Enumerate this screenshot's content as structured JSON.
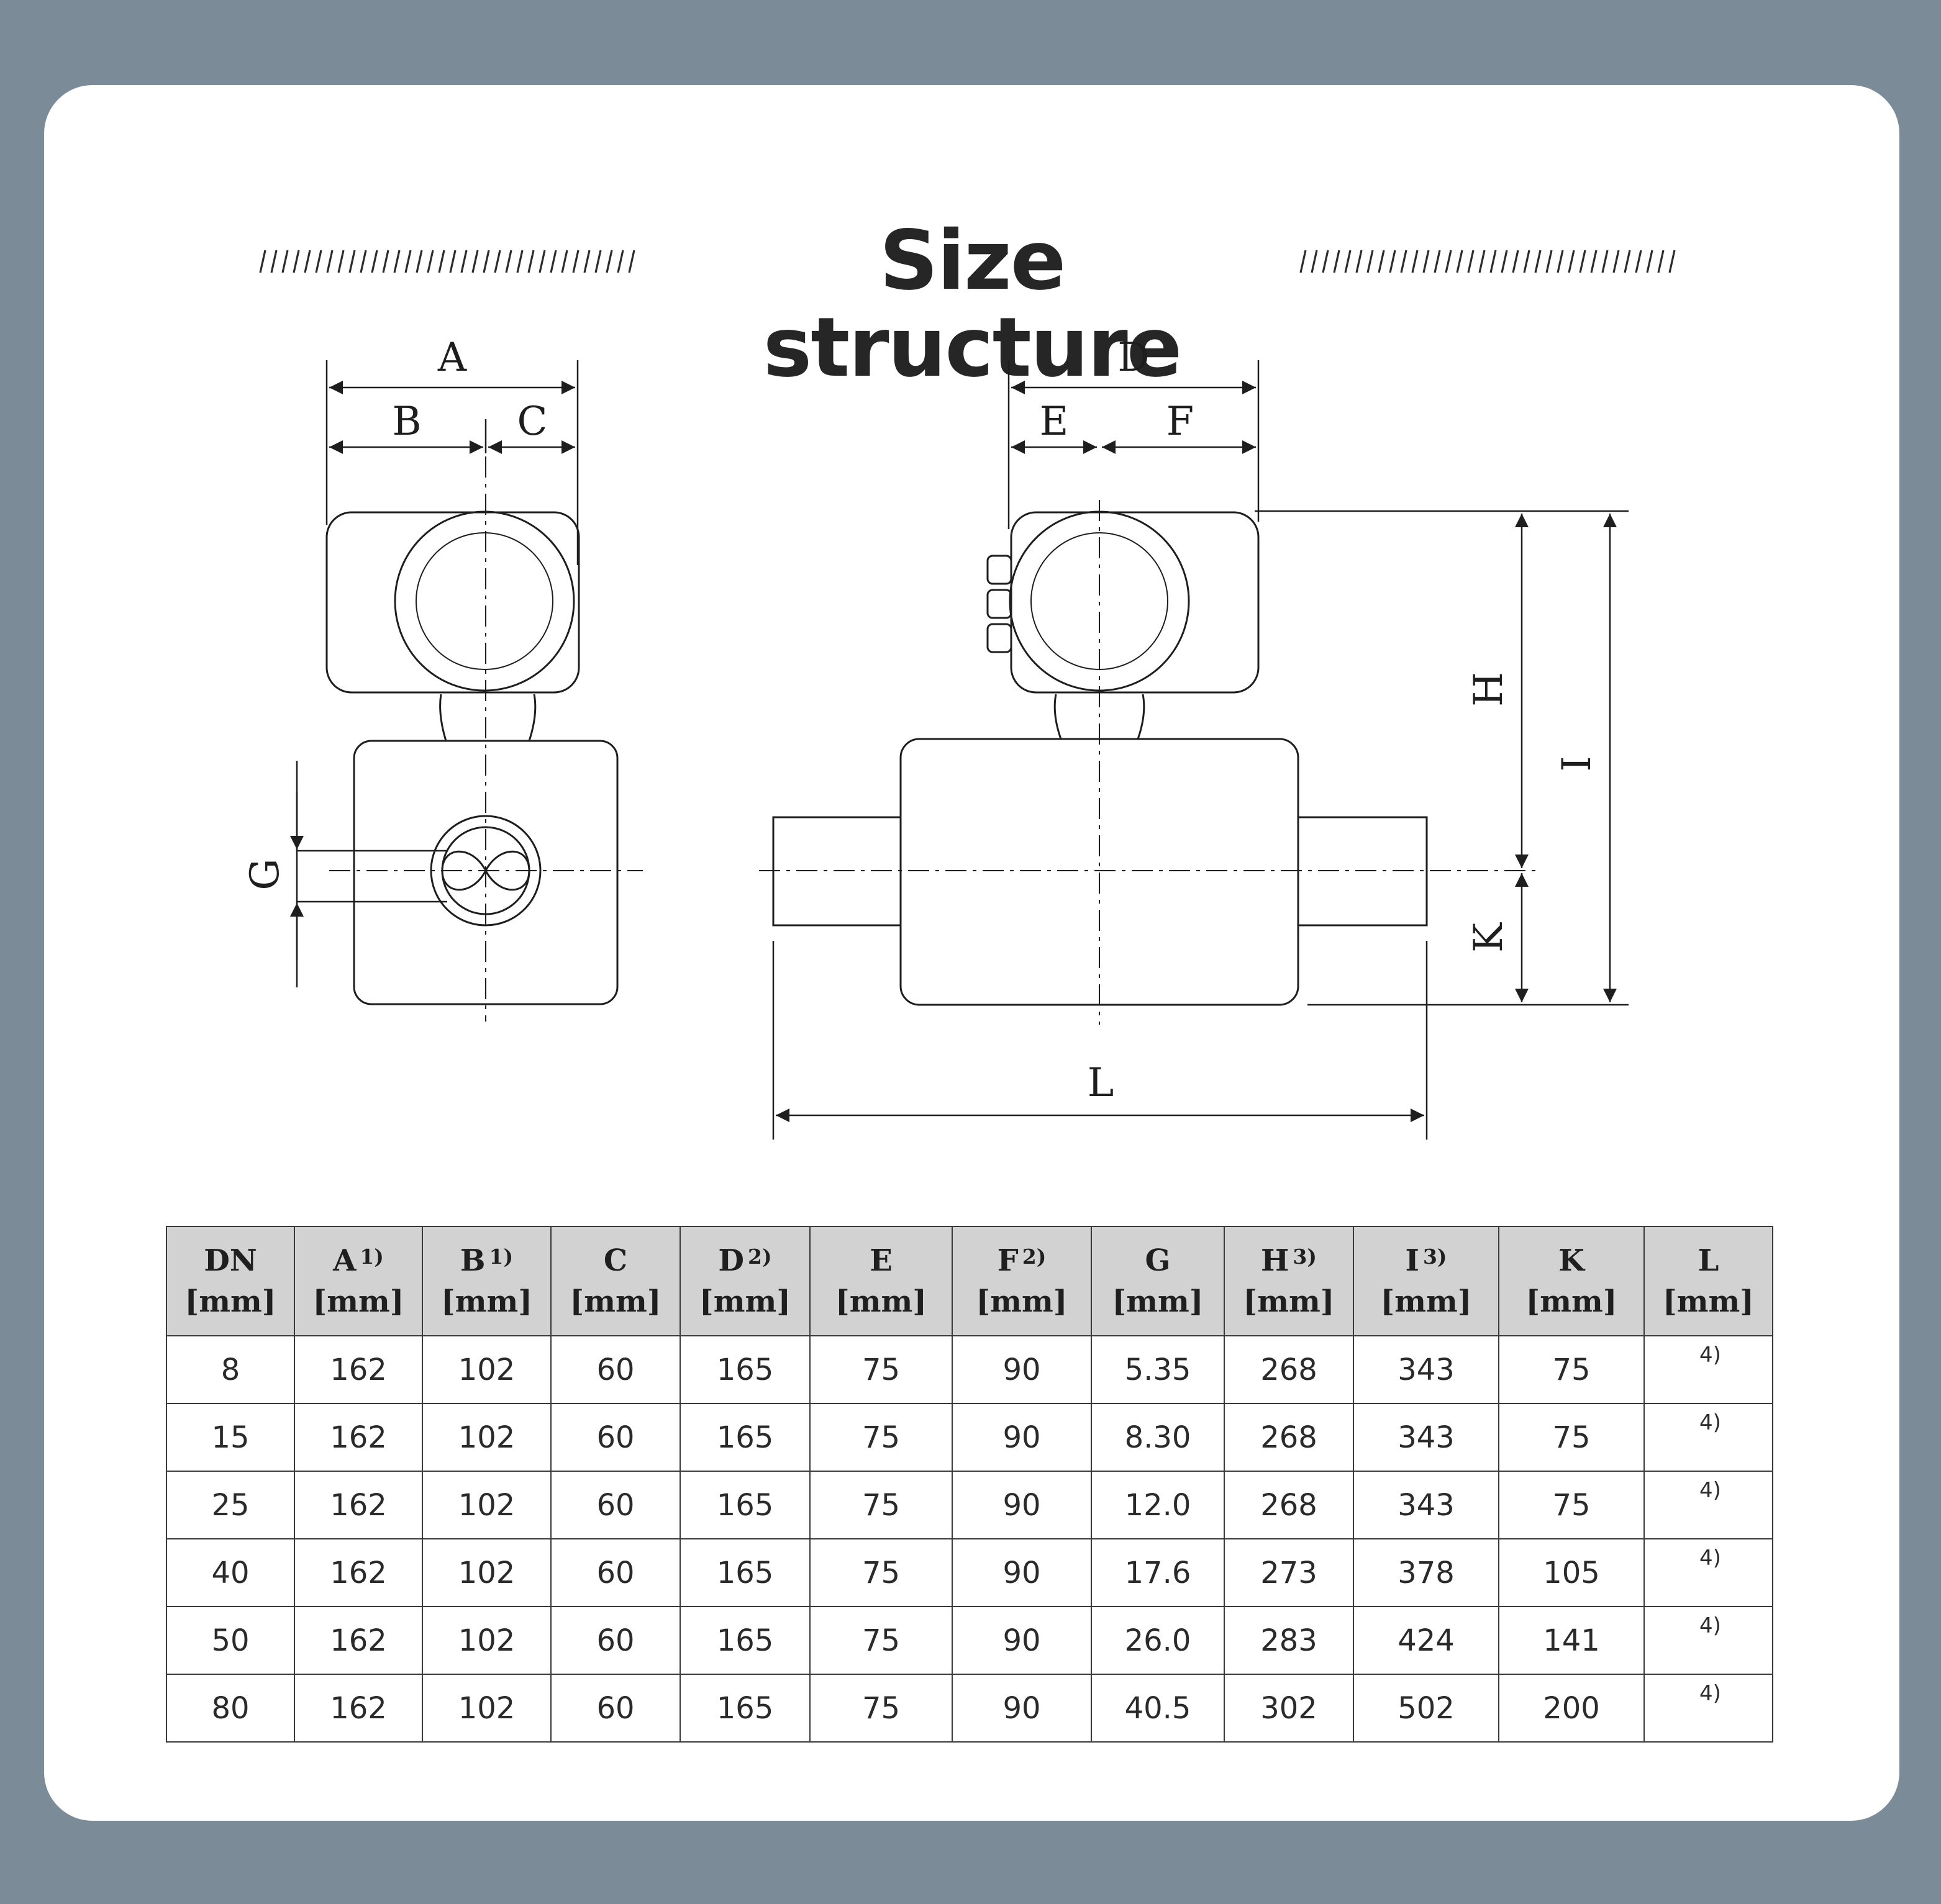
{
  "title": "Size structure",
  "diagram_labels": {
    "A": "A",
    "B": "B",
    "C": "C",
    "D": "D",
    "E": "E",
    "F": "F",
    "G": "G",
    "H": "H",
    "I": "I",
    "K": "K",
    "L": "L"
  },
  "table": {
    "headers": [
      {
        "name": "DN",
        "sup": "",
        "unit": "[mm]"
      },
      {
        "name": "A",
        "sup": "1)",
        "unit": "[mm]"
      },
      {
        "name": "B",
        "sup": "1)",
        "unit": "[mm]"
      },
      {
        "name": "C",
        "sup": "",
        "unit": "[mm]"
      },
      {
        "name": "D",
        "sup": "2)",
        "unit": "[mm]"
      },
      {
        "name": "E",
        "sup": "",
        "unit": "[mm]"
      },
      {
        "name": "F",
        "sup": "2)",
        "unit": "[mm]"
      },
      {
        "name": "G",
        "sup": "",
        "unit": "[mm]"
      },
      {
        "name": "H",
        "sup": "3)",
        "unit": "[mm]"
      },
      {
        "name": "I",
        "sup": "3)",
        "unit": "[mm]"
      },
      {
        "name": "K",
        "sup": "",
        "unit": "[mm]"
      },
      {
        "name": "L",
        "sup": "",
        "unit": "[mm]"
      }
    ],
    "rows": [
      {
        "cells": [
          "8",
          "162",
          "102",
          "60",
          "165",
          "75",
          "90",
          "5.35",
          "268",
          "343",
          "75"
        ],
        "l_note": "4)"
      },
      {
        "cells": [
          "15",
          "162",
          "102",
          "60",
          "165",
          "75",
          "90",
          "8.30",
          "268",
          "343",
          "75"
        ],
        "l_note": "4)"
      },
      {
        "cells": [
          "25",
          "162",
          "102",
          "60",
          "165",
          "75",
          "90",
          "12.0",
          "268",
          "343",
          "75"
        ],
        "l_note": "4)"
      },
      {
        "cells": [
          "40",
          "162",
          "102",
          "60",
          "165",
          "75",
          "90",
          "17.6",
          "273",
          "378",
          "105"
        ],
        "l_note": "4)"
      },
      {
        "cells": [
          "50",
          "162",
          "102",
          "60",
          "165",
          "75",
          "90",
          "26.0",
          "283",
          "424",
          "141"
        ],
        "l_note": "4)"
      },
      {
        "cells": [
          "80",
          "162",
          "102",
          "60",
          "165",
          "75",
          "90",
          "40.5",
          "302",
          "502",
          "200"
        ],
        "l_note": "4)"
      }
    ]
  },
  "colors": {
    "background": "#7b8b98",
    "card": "#ffffff",
    "header_fill": "#d2d2d2",
    "title": "#262626"
  }
}
